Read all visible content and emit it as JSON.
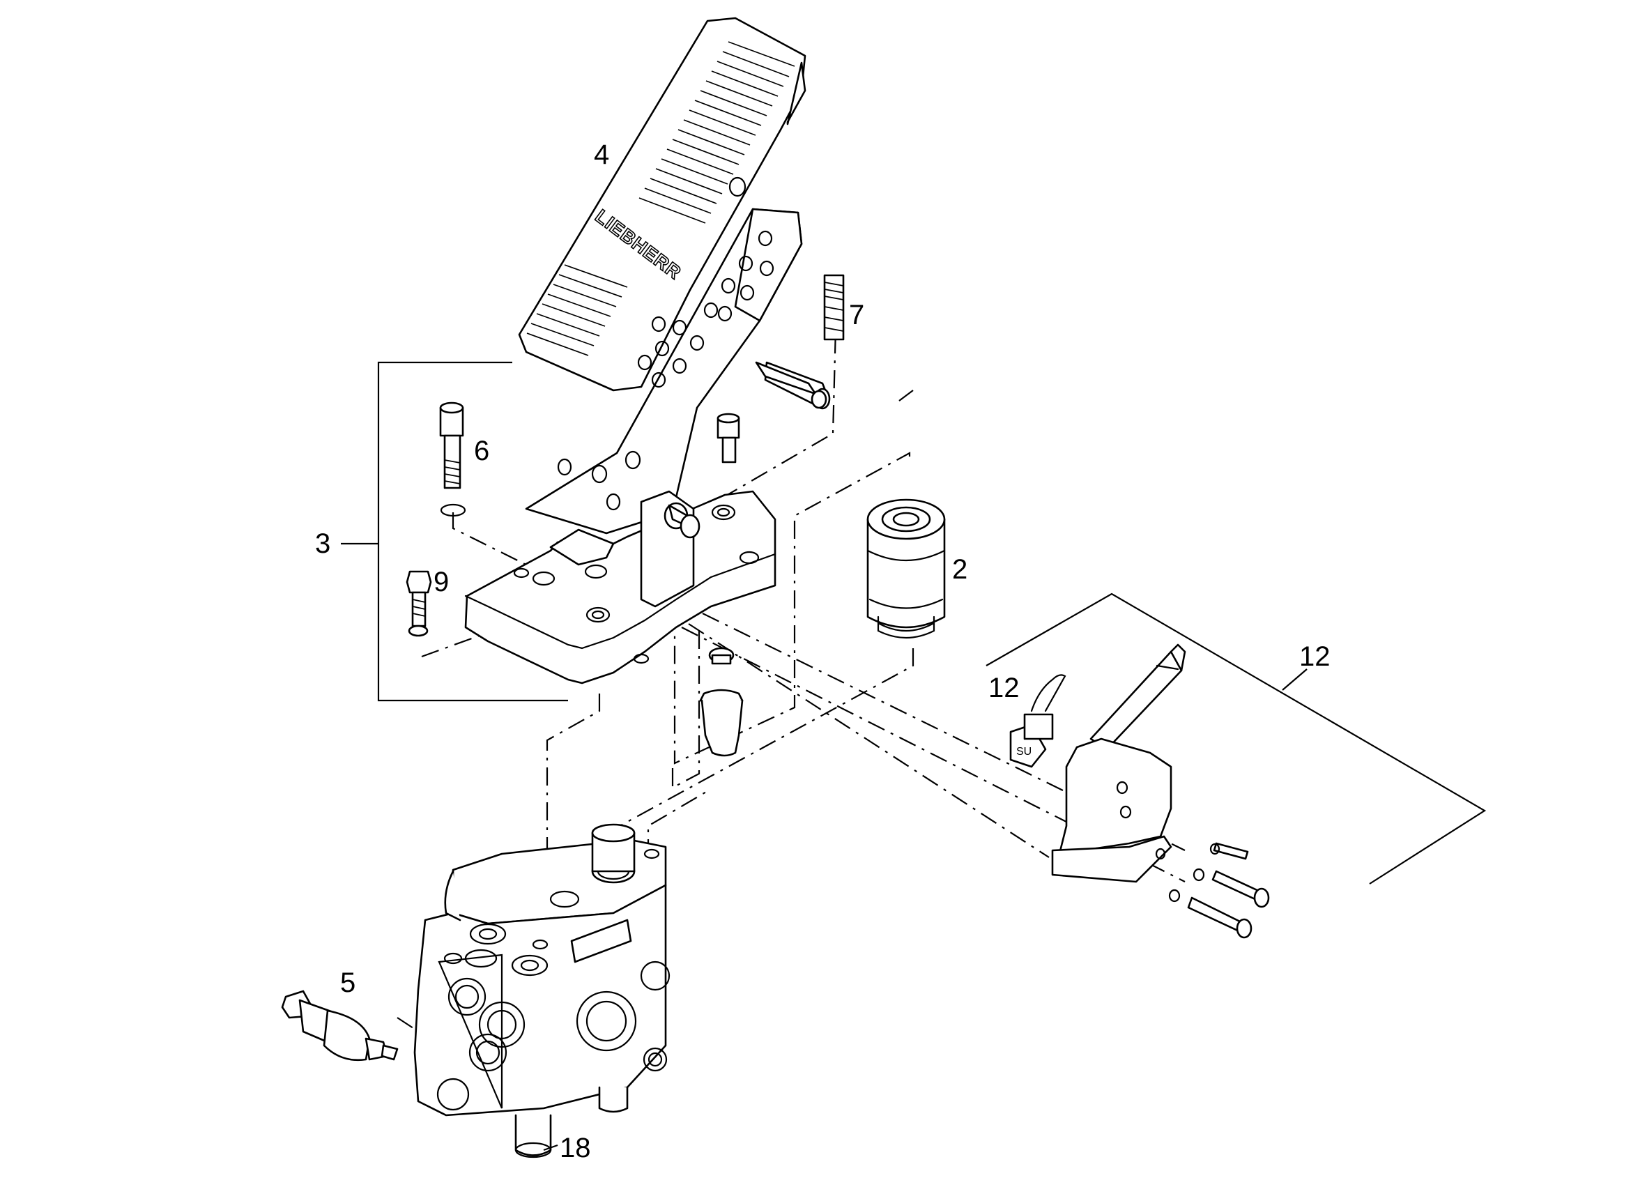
{
  "brand_logo": "LIEBHERR",
  "callouts": {
    "c2": "2",
    "c3": "3",
    "c4": "4",
    "c5": "5",
    "c6": "6",
    "c7": "7",
    "c9": "9",
    "c12_group": "12",
    "c12_sensor": "12",
    "c18": "18"
  }
}
